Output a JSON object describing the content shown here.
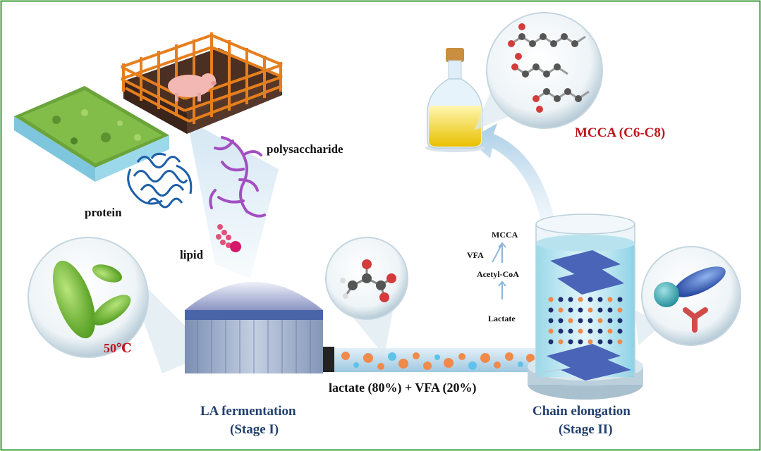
{
  "labels": {
    "polysaccharide": "polysaccharide",
    "protein": "protein",
    "lipid": "lipid",
    "temperature": "50℃",
    "mcca_product": "MCCA (C6-C8)",
    "stream": "lactate (80%) + VFA (20%)",
    "stage1_line1": "LA fermentation",
    "stage1_line2": "(Stage I)",
    "stage2_line1": "Chain elongation",
    "stage2_line2": "(Stage II)"
  },
  "pathway": [
    "MCCA",
    "VFA",
    "Acetyl-CoA",
    "Lactate"
  ],
  "colors": {
    "frame": "#3a9b3a",
    "stage_text": "#23406e",
    "highlight_text": "#c0141c",
    "liquid": "#4fb3cf",
    "oil": "#f2d21c",
    "bubble_orange": "#ef8a4a",
    "bubble_blue": "#5ec3ea"
  },
  "icons": [
    "grass-field-icon",
    "pig-pen-icon",
    "protein-structure-icon",
    "polysaccharide-icon",
    "lipid-icon",
    "bacteria-icon",
    "digester-tank-icon",
    "lactate-molecule-icon",
    "oil-bottle-icon",
    "mcca-molecule-icon",
    "reactor-column-icon",
    "microbe-community-icon"
  ]
}
